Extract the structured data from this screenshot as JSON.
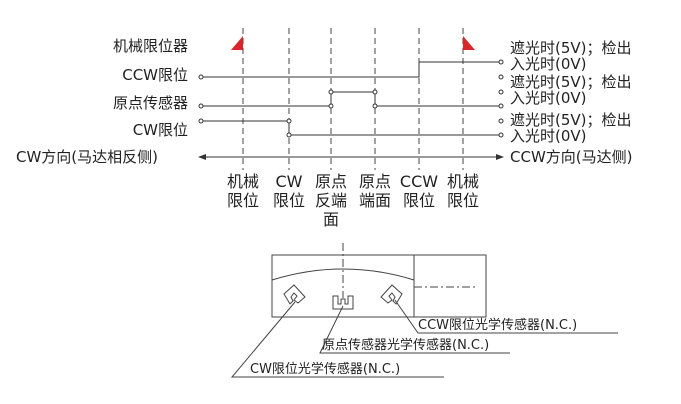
{
  "signals": {
    "mech_limit": "机械限位器",
    "ccw_limit": "CCW限位",
    "origin_sensor": "原点传感器",
    "cw_limit": "CW限位"
  },
  "direction": {
    "cw": "CW方向(马达相反侧)",
    "ccw": "CCW方向(马达侧)"
  },
  "state": {
    "hi": "遮光时(5V)",
    "sep": "；",
    "check": "检出",
    "lo": "入光时(0V)"
  },
  "columns": [
    {
      "top": "机械",
      "bottom": "限位"
    },
    {
      "top": "CW",
      "bottom": "限位"
    },
    {
      "top": "原点",
      "bottom": "反端面"
    },
    {
      "top": "原点",
      "bottom": "端面"
    },
    {
      "top": "CCW",
      "bottom": "限位"
    },
    {
      "top": "机械",
      "bottom": "限位"
    }
  ],
  "sensors": {
    "ccw": "CCW限位光学传感器(N.C.)",
    "origin": "原点传感器光学传感器(N.C.)",
    "cw": "CW限位光学传感器(N.C.)"
  }
}
